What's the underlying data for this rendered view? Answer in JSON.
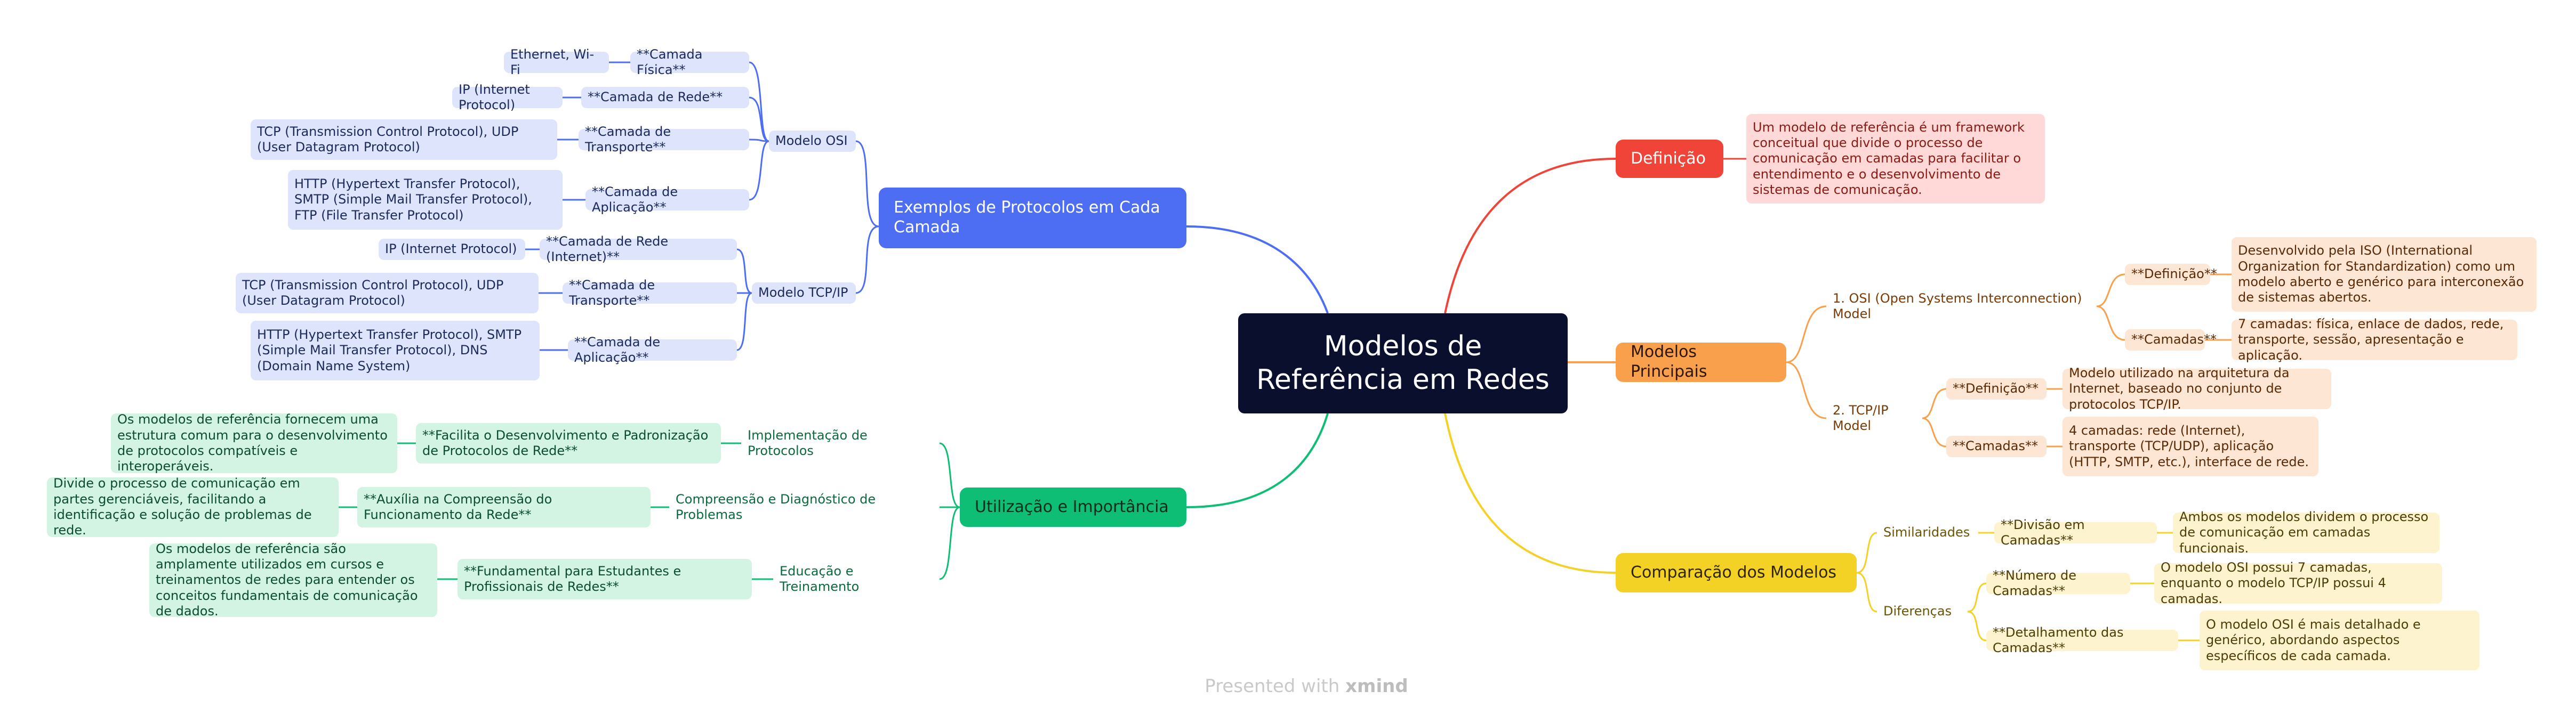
{
  "root": "Modelos de Referência em Redes",
  "branches": {
    "definicao": {
      "title": "Definição",
      "text": "Um modelo de referência é um framework conceitual que divide o processo de comunicação em camadas para facilitar o entendimento e o desenvolvimento de sistemas de comunicação."
    },
    "modelos": {
      "title": "Modelos Principais",
      "osi": {
        "label": "1. OSI (Open Systems Interconnection) Model",
        "def_label": "**Definição**",
        "def_text": "Desenvolvido pela ISO (International Organization for Standardization) como um modelo aberto e genérico para interconexão de sistemas abertos.",
        "cam_label": "**Camadas**",
        "cam_text": "7 camadas: física, enlace de dados, rede, transporte, sessão, apresentação e aplicação."
      },
      "tcp": {
        "label": "2. TCP/IP Model",
        "def_label": "**Definição**",
        "def_text": "Modelo utilizado na arquitetura da Internet, baseado no conjunto de protocolos TCP/IP.",
        "cam_label": "**Camadas**",
        "cam_text": "4 camadas: rede (Internet), transporte (TCP/UDP), aplicação (HTTP, SMTP, etc.), interface de rede."
      }
    },
    "comparacao": {
      "title": "Comparação dos Modelos",
      "sim_label": "Similaridades",
      "sim_sub": "**Divisão em Camadas**",
      "sim_text": "Ambos os modelos dividem o processo de comunicação em camadas funcionais.",
      "dif_label": "Diferenças",
      "num_label": "**Número de Camadas**",
      "num_text": "O modelo OSI possui 7 camadas, enquanto o modelo TCP/IP possui 4 camadas.",
      "det_label": "**Detalhamento das Camadas**",
      "det_text": "O modelo OSI é mais detalhado e genérico, abordando aspectos específicos de cada camada."
    },
    "protocolos": {
      "title": "Exemplos de Protocolos em Cada Camada",
      "osi_label": "Modelo OSI",
      "osi_fisica": "**Camada Física**",
      "osi_fisica_ex": "Ethernet, Wi-Fi",
      "osi_rede": "**Camada de Rede**",
      "osi_rede_ex": "IP (Internet Protocol)",
      "osi_transp": "**Camada de Transporte**",
      "osi_transp_ex": "TCP (Transmission Control Protocol), UDP (User Datagram Protocol)",
      "osi_aplic": "**Camada de Aplicação**",
      "osi_aplic_ex": "HTTP (Hypertext Transfer Protocol), SMTP (Simple Mail Transfer Protocol), FTP (File Transfer Protocol)",
      "tcp_label": "Modelo TCP/IP",
      "tcp_rede": "**Camada de Rede (Internet)**",
      "tcp_rede_ex": "IP (Internet Protocol)",
      "tcp_transp": "**Camada de Transporte**",
      "tcp_transp_ex": "TCP (Transmission Control Protocol), UDP (User Datagram Protocol)",
      "tcp_aplic": "**Camada de Aplicação**",
      "tcp_aplic_ex": "HTTP (Hypertext Transfer Protocol), SMTP (Simple Mail Transfer Protocol), DNS (Domain Name System)"
    },
    "utilizacao": {
      "title": "Utilização e Importância",
      "impl_label": "Implementação de Protocolos",
      "impl_sub": "**Facilita o Desenvolvimento e Padronização de Protocolos de Rede**",
      "impl_text": "Os modelos de referência fornecem uma estrutura comum para o desenvolvimento de protocolos compatíveis e interoperáveis.",
      "comp_label": "Compreensão e Diagnóstico de Problemas",
      "comp_sub": "**Auxília na Compreensão do Funcionamento da Rede**",
      "comp_text": "Divide o processo de comunicação em partes gerenciáveis, facilitando a identificação e solução de problemas de rede.",
      "edu_label": "Educação e Treinamento",
      "edu_sub": "**Fundamental para Estudantes e Profissionais de Redes**",
      "edu_text": "Os modelos de referência são amplamente utilizados em cursos e treinamentos de redes para entender os conceitos fundamentais de comunicação de dados."
    }
  },
  "footer": {
    "prefix": "Presented with ",
    "brand": "xmind"
  },
  "colors": {
    "root": "#0b0f2e",
    "blue": "#4d6ef3",
    "green": "#0ebe74",
    "red": "#f04438",
    "orange": "#f8a04c",
    "yellow": "#f3d125"
  }
}
